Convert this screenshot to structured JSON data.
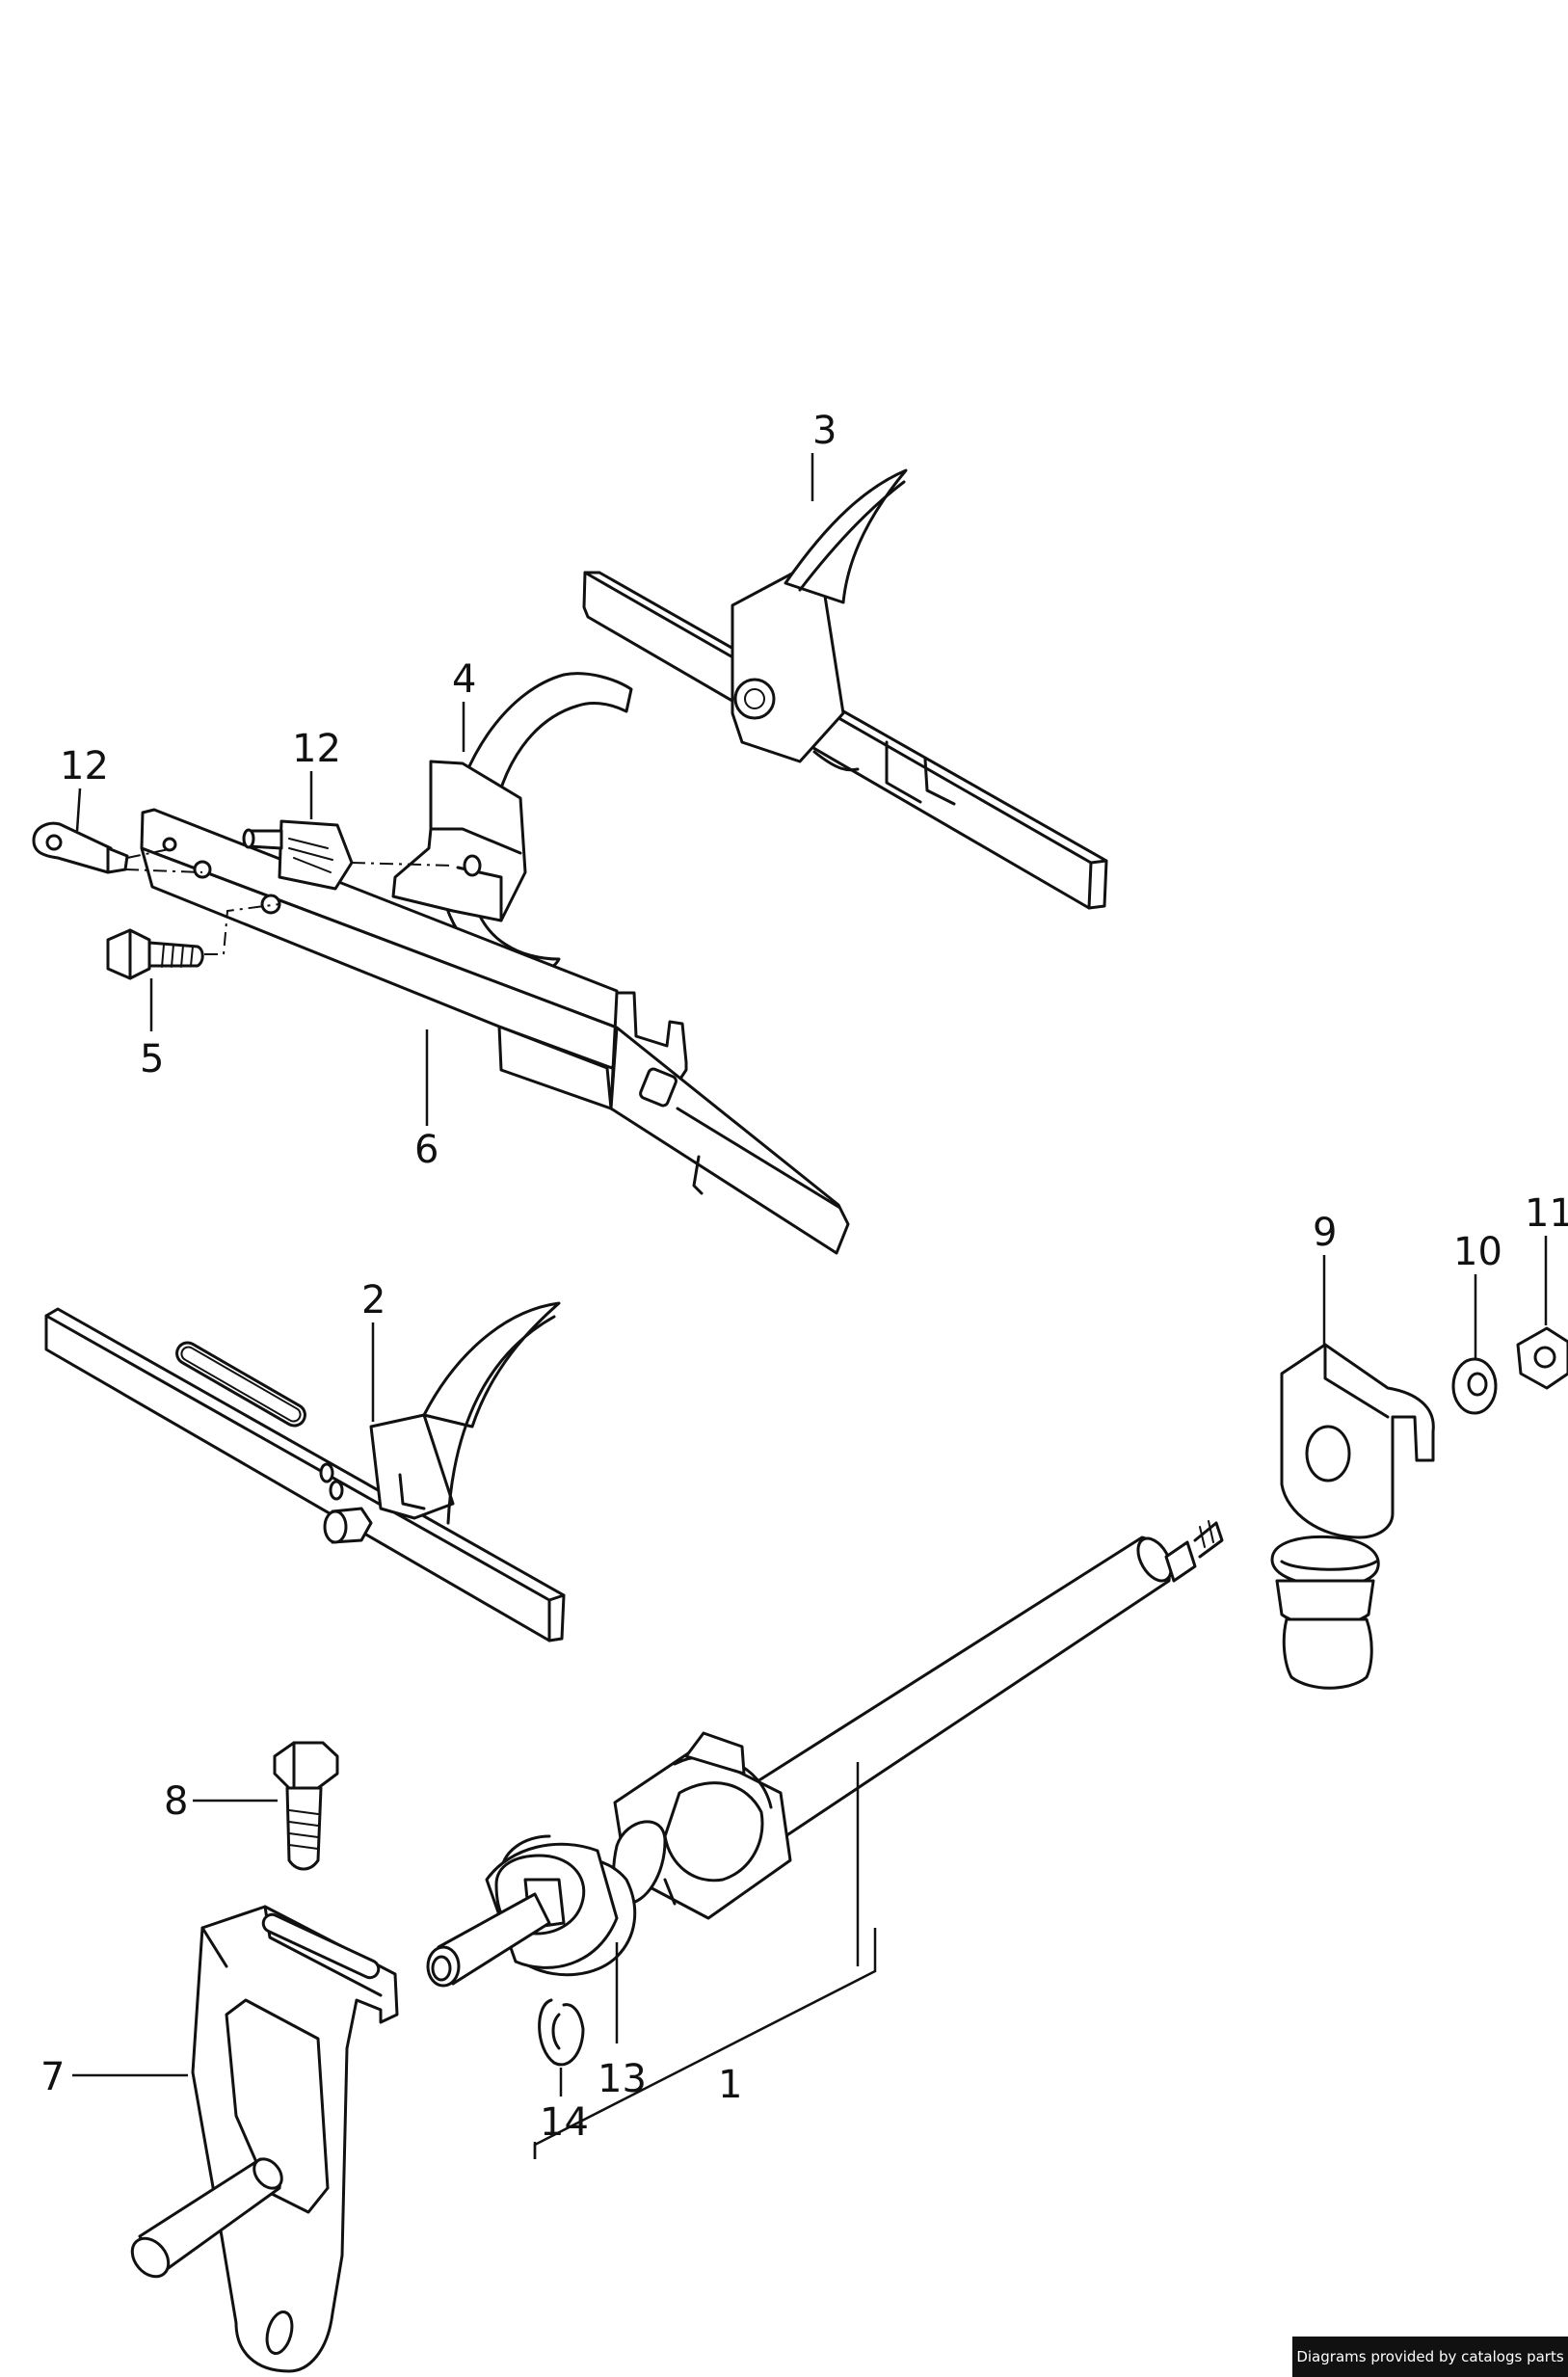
{
  "callouts": {
    "c1": "1",
    "c2": "2",
    "c3": "3",
    "c4": "4",
    "c5": "5",
    "c6": "6",
    "c7": "7",
    "c8": "8",
    "c9": "9",
    "c10": "10",
    "c11": "11",
    "c12a": "12",
    "c12b": "12",
    "c13": "13",
    "c14": "14"
  },
  "watermark": "Diagrams provided by catalogs parts",
  "colors": {
    "line": "#111111",
    "background": "#ffffff"
  }
}
